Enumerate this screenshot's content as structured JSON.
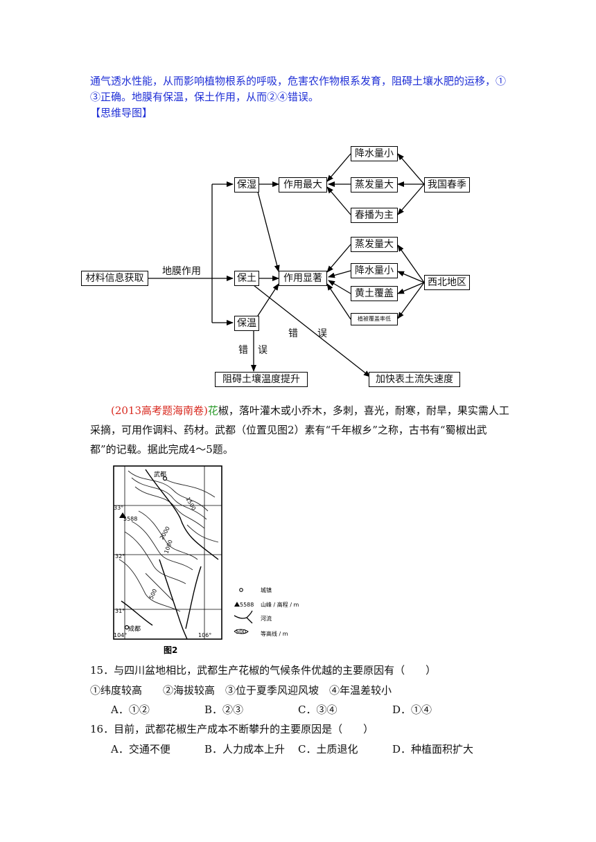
{
  "explanation": {
    "line1": "通气透水性能，从而影响植物根系的呼吸，危害农作物根系发育，阻碍土壤水肥的运移，①",
    "line2": "③正确。地膜有保温，保土作用，从而②④错误。",
    "mindmap_heading": "【思维导图】"
  },
  "mindmap": {
    "source": "材料信息获取",
    "edge_label": "地膜作用",
    "effects": [
      "保湿",
      "保土",
      "保温"
    ],
    "result_top": "作用最大",
    "result_mid": "作用显著",
    "spring_factors": [
      "降水量小",
      "蒸发量大",
      "春播为主"
    ],
    "spring_region": "我国春季",
    "nw_factors": [
      "蒸发量大",
      "降水量小",
      "黄土覆盖",
      "植被覆盖率低"
    ],
    "nw_region": "西北地区",
    "wrong_label_left": "错　误",
    "wrong_label_right": "错　　误",
    "wrong_left_box": "阻碍土壤温度提升",
    "wrong_right_box": "加快表土流失速度"
  },
  "passage": {
    "source": "(2013高考题海南卷)",
    "first_char": "花",
    "line1_rest": "椒，落叶灌木或小乔木，多刺，喜光，耐寒，耐旱，果实需人工",
    "line2": "采摘，可用作调料、药材。武都（位置见图2）素有“千年椒乡”之称，古书有“蜀椒出武",
    "line3": "都”的记载。据此完成4～5题。"
  },
  "map": {
    "caption": "图2",
    "town_wudu": "武都",
    "town_chengdu": "成都",
    "peak": "5588",
    "contours": [
      "1500",
      "2000",
      "1000",
      "500"
    ],
    "lat": [
      "33°",
      "32°",
      "31°"
    ],
    "lon": [
      "104°",
      "106°"
    ],
    "legend": [
      {
        "icon": "town-icon",
        "label": "城镇"
      },
      {
        "icon": "peak-icon",
        "value": "5588",
        "label": "山峰 / 高程 / m"
      },
      {
        "icon": "river-icon",
        "label": "河流"
      },
      {
        "icon": "contour-icon",
        "value": "500",
        "label": "等高线 / m"
      }
    ]
  },
  "q15": {
    "stem": "15．与四川盆地相比，武都生产花椒的气候条件优越的主要原因有（　　）",
    "statements": "①纬度较高　　②海拔较高　③位于夏季风迎风坡　④年温差较小",
    "options": [
      "A．①②",
      "B．②③",
      "C．③④",
      "D．①④"
    ]
  },
  "q16": {
    "stem": "16．目前，武都花椒生产成本不断攀升的主要原因是（　　）",
    "options": [
      "A．交通不便",
      "B．人力成本上升",
      "C．土质退化",
      "D．种植面积扩大"
    ]
  }
}
